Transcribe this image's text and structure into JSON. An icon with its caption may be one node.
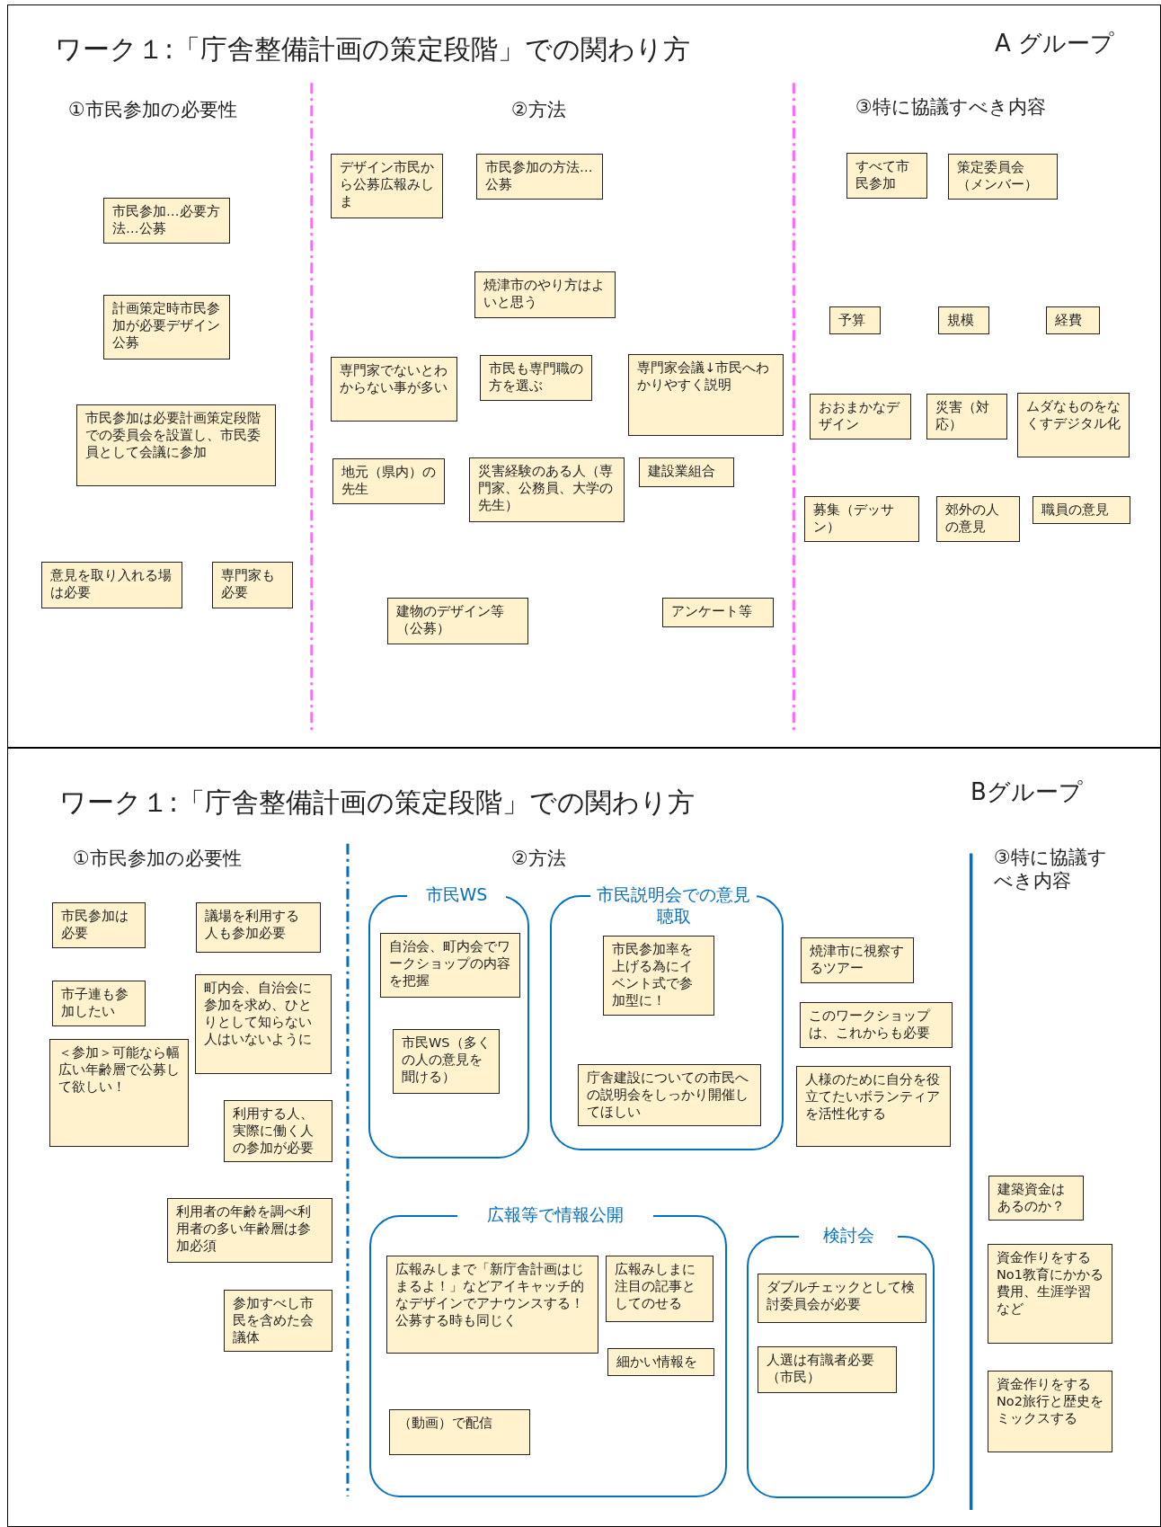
{
  "diagram": {
    "nodes": [
      {
        "text": [
          "ワーク１:「庁舎整備計画の策定段階」での関わり方",
          "A グループ"
        ]
      },
      {
        "text": [
          "市民参加…必要方法…公募"
        ],
        "in": 0
      },
      {
        "text": [
          "計画策定時市民参加が必要デザイン公募"
        ],
        "in": 0
      },
      {
        "text": [
          "市民参加は必要計画策定段階での委員会を設置し、市民委員として会議に参加"
        ],
        "in": 0
      },
      {
        "text": [
          "意見を取り入れる場は必要"
        ],
        "in": 0
      },
      {
        "text": [
          "専門家も必要"
        ],
        "in": 0
      },
      {
        "text": [
          "デザイン市民から公募広報みしま"
        ],
        "in": 0
      },
      {
        "text": [
          "市民参加の方法…公募"
        ],
        "in": 0
      },
      {
        "text": [
          "焼津市のやり方はよいと思う"
        ],
        "in": 0
      },
      {
        "text": [
          "専門家でないとわからない事が多い"
        ],
        "in": 0
      },
      {
        "text": [
          "市民も専門職の方を選ぶ"
        ],
        "in": 0
      },
      {
        "text": [
          "専門家会議↓市民へわかりやすく説明"
        ],
        "in": 0
      },
      {
        "text": [
          "地元（県内）の先生"
        ],
        "in": 0
      },
      {
        "text": [
          "災害経験のある人（専門家、公務員、大学の先生）"
        ],
        "in": 0
      },
      {
        "text": [
          "建設業組合"
        ],
        "in": 0
      },
      {
        "text": [
          "建物のデザイン等（公募）"
        ],
        "in": 0
      },
      {
        "text": [
          "アンケート等"
        ],
        "in": 0
      },
      {
        "text": [
          "すべて市民参加"
        ],
        "in": 0
      },
      {
        "text": [
          "策定委員会（メンバー）"
        ],
        "in": 0
      },
      {
        "text": [
          "予算"
        ],
        "in": 0
      },
      {
        "text": [
          "規模"
        ],
        "in": 0
      },
      {
        "text": [
          "経費"
        ],
        "in": 0
      },
      {
        "text": [
          "おおまかなデザイン"
        ],
        "in": 0
      },
      {
        "text": [
          "災害（対応）"
        ],
        "in": 0
      },
      {
        "text": [
          "ムダなものをなくすデジタル化"
        ],
        "in": 0
      },
      {
        "text": [
          "募集（デッサン）"
        ],
        "in": 0
      },
      {
        "text": [
          "郊外の人の意見"
        ],
        "in": 0
      },
      {
        "text": [
          "職員の意見"
        ],
        "in": 0
      },
      {
        "text": [
          "ワーク１:「庁舎整備計画の策定段階」での関わり方",
          "Bグループ"
        ]
      },
      {
        "text": [
          "市民参加は必要"
        ],
        "in": 28
      },
      {
        "text": [
          "議場を利用する人も参加必要"
        ],
        "in": 28
      },
      {
        "text": [
          "市子連も参加したい"
        ],
        "in": 28
      },
      {
        "text": [
          "町内会、自治会に参加を求め、ひとりとして知らない人はいないように"
        ],
        "in": 28
      },
      {
        "text": [
          "＜参加＞可能なら幅広い年齢層で公募して欲しい！"
        ],
        "in": 28
      },
      {
        "text": [
          "利用する人、実際に働く人の参加が必要"
        ],
        "in": 28
      },
      {
        "text": [
          "利用者の年齢を調べ利用者の多い年齢層は参加必須"
        ],
        "in": 28
      },
      {
        "text": [
          "参加すべし市民を含めた会議体"
        ],
        "in": 28
      },
      {
        "text": [
          "市民WS"
        ],
        "in": 28
      },
      {
        "text": [
          "自治会、町内会でワークショップの内容を把握"
        ],
        "in": 37
      },
      {
        "text": [
          "市民WS（多くの人の意見を聞ける）"
        ],
        "in": 37
      },
      {
        "text": [
          "市民説明会での意見聴取"
        ],
        "in": 28
      },
      {
        "text": [
          "市民参加率を上げる為にイベント式で参加型に！"
        ],
        "in": 40
      },
      {
        "text": [
          "庁舎建設についての市民への説明会をしっかり開催してほしい"
        ],
        "in": 40
      },
      {
        "text": [
          "焼津市に視察するツアー"
        ],
        "in": 28
      },
      {
        "text": [
          "このワークショップは、これからも必要"
        ],
        "in": 28
      },
      {
        "text": [
          "人様のために自分を役立てたいボランティアを活性化する"
        ],
        "in": 28
      },
      {
        "text": [
          "広報等で情報公開"
        ],
        "in": 28
      },
      {
        "text": [
          "広報みしまで「新庁舎計画はじまるよ！」などアイキャッチ的なデザインでアナウンスする！公募する時も同じく"
        ],
        "in": 46
      },
      {
        "text": [
          "広報みしまに注目の記事としてのせる"
        ],
        "in": 46
      },
      {
        "text": [
          "細かい情報を"
        ],
        "in": 46
      },
      {
        "text": [
          "（動画）で配信"
        ],
        "in": 46
      },
      {
        "text": [
          "検討会"
        ],
        "in": 28
      },
      {
        "text": [
          "ダブルチェックとして検討委員会が必要"
        ],
        "in": 51
      },
      {
        "text": [
          "人選は有識者必要（市民）"
        ],
        "in": 51
      },
      {
        "text": [
          "建築資金はあるのか？"
        ],
        "in": 28
      },
      {
        "text": [
          "資金作りをするNo1教育にかかる費用、生涯学習など"
        ],
        "in": 28
      },
      {
        "text": [
          "資金作りをするNo2旅行と歴史をミックスする"
        ],
        "in": 28
      }
    ],
    "labels": [
      "①市民参加の必要性",
      "②方法",
      "③特に協議すべき内容",
      "①市民参加の必要性",
      "②方法",
      "③特に協議すべき内容"
    ]
  }
}
